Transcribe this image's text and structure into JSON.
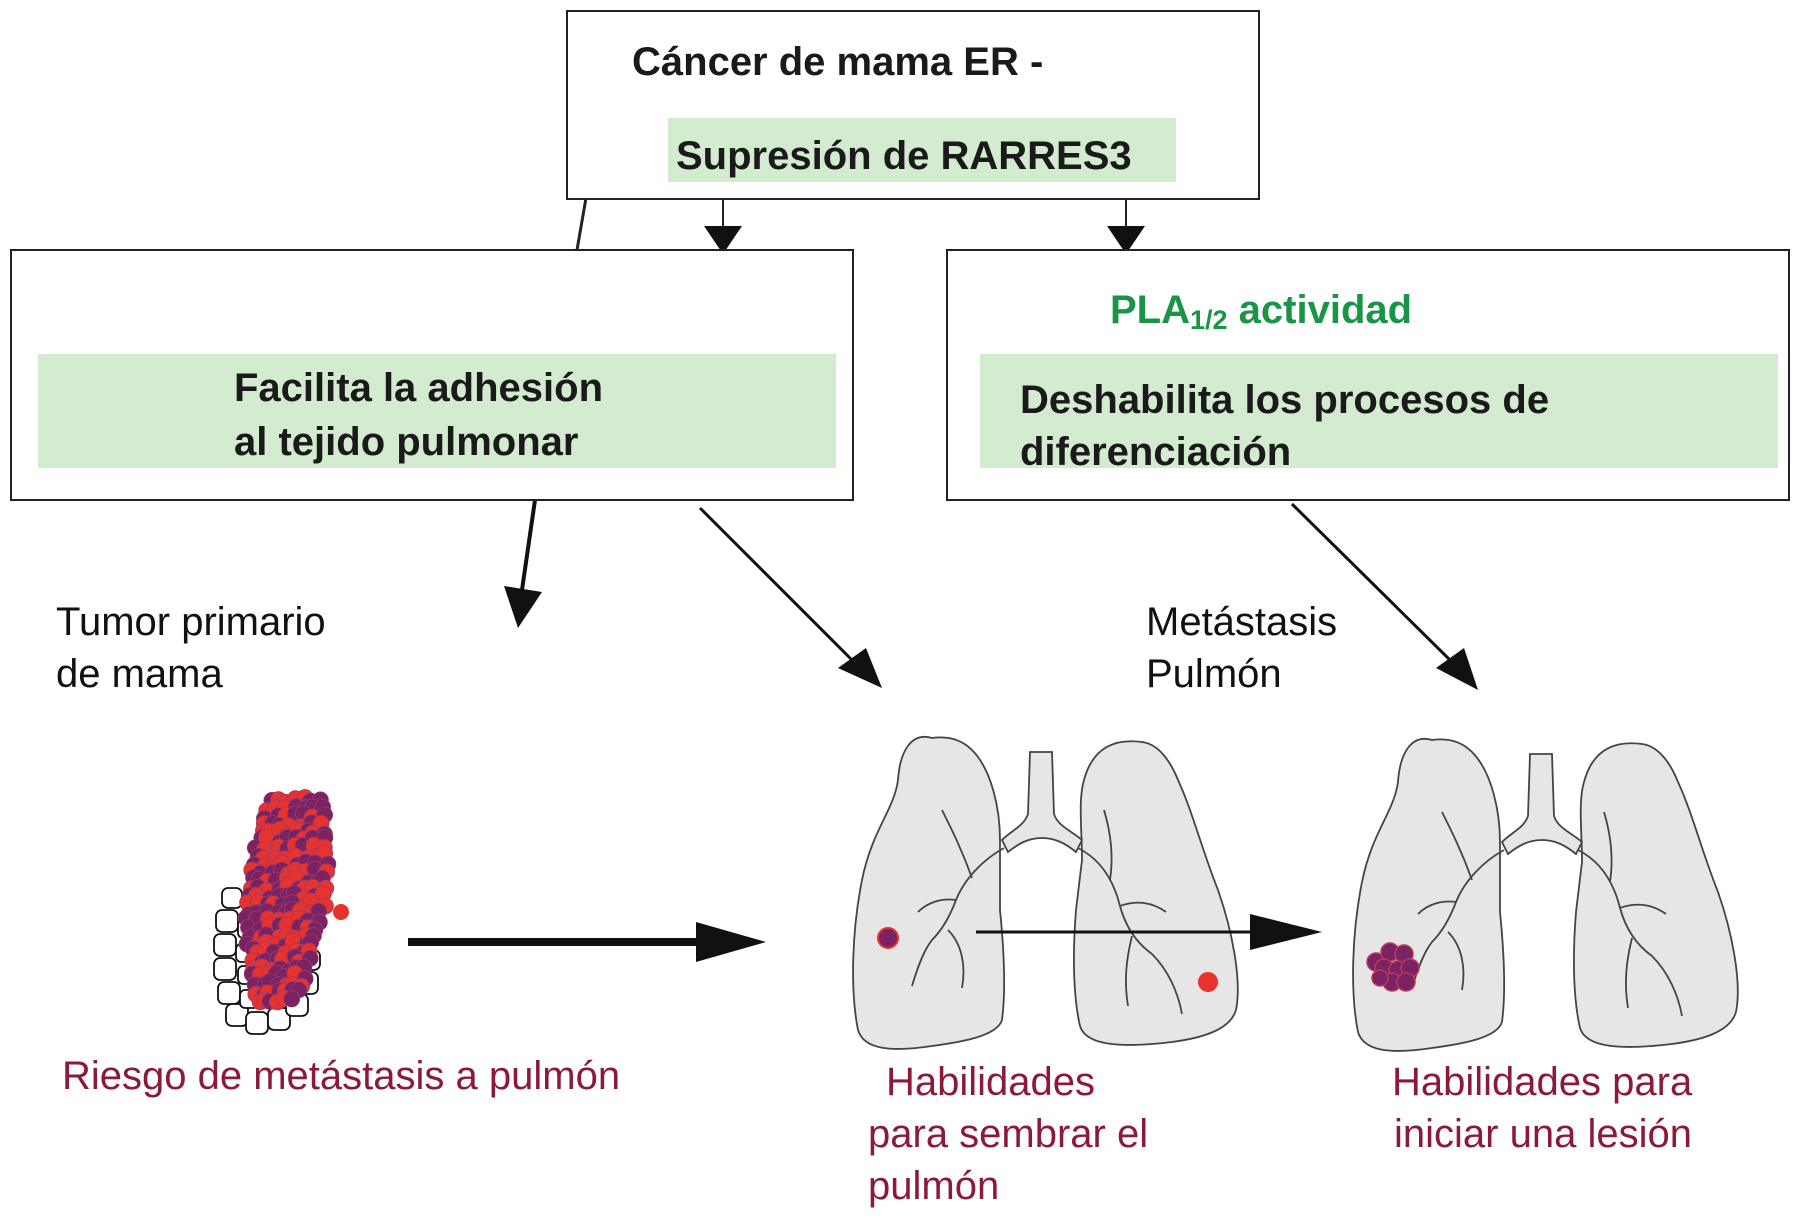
{
  "top_box": {
    "title": "Cáncer de mama ER -",
    "highlight": "Supresión de RARRES3"
  },
  "left_box": {
    "line1": "Facilita la adhesión",
    "line2": "al tejido pulmonar"
  },
  "right_box": {
    "pla_main": "PLA",
    "pla_sub": "1/2",
    "pla_tail": " actividad",
    "line1": "Deshabilita los procesos de",
    "line2": "diferenciación"
  },
  "labels": {
    "primary_tumor_1": "Tumor primario",
    "primary_tumor_2": "de mama",
    "metastasis_1": "Metástasis",
    "metastasis_2": "Pulmón"
  },
  "captions": {
    "risk": "Riesgo de metástasis a pulmón",
    "seed_1": "Habilidades",
    "seed_2": "para  sembrar el",
    "seed_3": "pulmón",
    "lesion_1": "Habilidades para",
    "lesion_2": "iniciar una lesión"
  },
  "colors": {
    "highlight": "#d3ecd0",
    "green_text": "#1a9447",
    "caption": "#8b1a3a",
    "tumor_red": "#e8322c",
    "tumor_purple": "#7b2262",
    "lung_fill": "#e6e6e6"
  }
}
